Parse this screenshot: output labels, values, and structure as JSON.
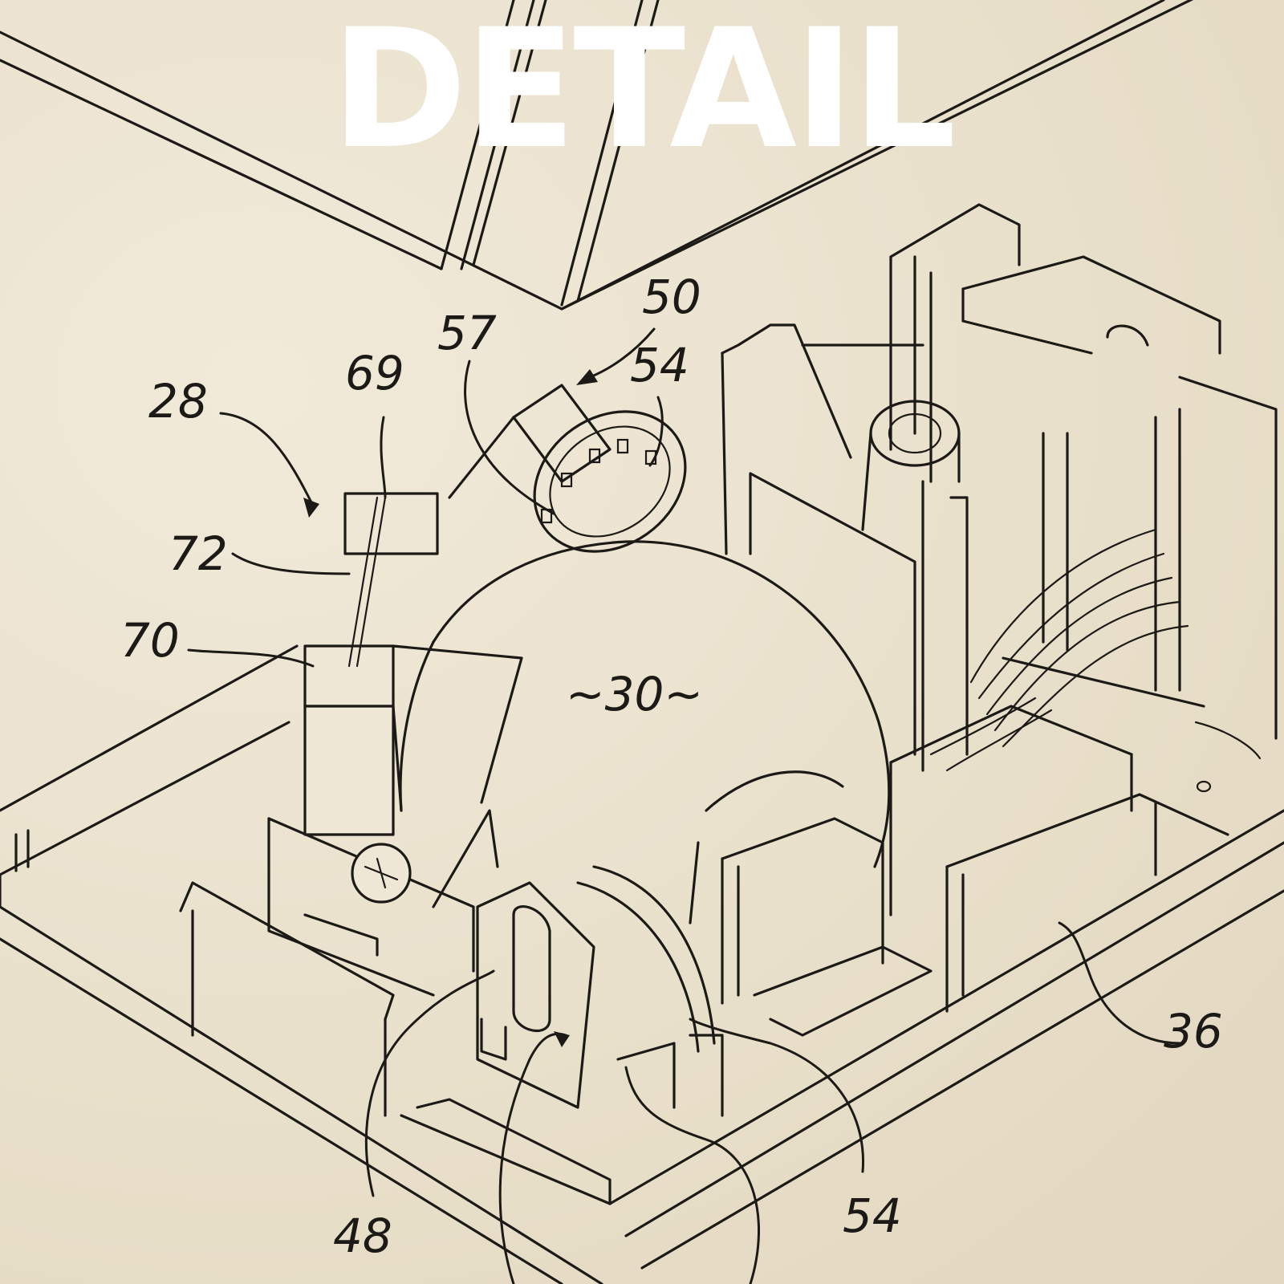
{
  "title": "DETAIL",
  "callouts": {
    "c28": "28",
    "c69": "69",
    "c57": "57",
    "c50": "50",
    "c54_top": "54",
    "c72": "72",
    "c70": "70",
    "c30": "~30~",
    "c36": "36",
    "c54_bottom": "54",
    "c48": "48"
  },
  "colors": {
    "paper": "#ece4d2",
    "ink": "#1c1a17",
    "title": "#ffffff"
  }
}
